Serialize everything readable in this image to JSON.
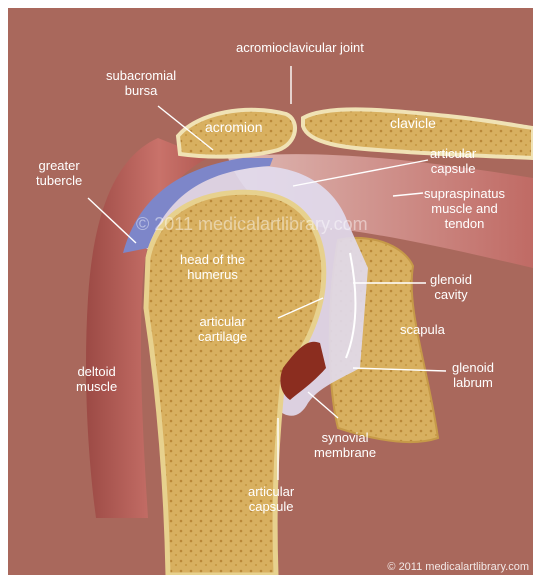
{
  "labels": {
    "acromioclavicular_joint": "acromioclavicular joint",
    "subacromial_bursa_1": "subacromial",
    "subacromial_bursa_2": "bursa",
    "acromion": "acromion",
    "clavicle": "clavicle",
    "greater_tubercle_1": "greater",
    "greater_tubercle_2": "tubercle",
    "articular_capsule_top_1": "articular",
    "articular_capsule_top_2": "capsule",
    "supraspinatus_1": "supraspinatus",
    "supraspinatus_2": "muscle and",
    "supraspinatus_3": "tendon",
    "head_humerus_1": "head of the",
    "head_humerus_2": "humerus",
    "glenoid_cavity_1": "glenoid",
    "glenoid_cavity_2": "cavity",
    "articular_cartilage_1": "articular",
    "articular_cartilage_2": "cartilage",
    "scapula": "scapula",
    "deltoid_1": "deltoid",
    "deltoid_2": "muscle",
    "glenoid_labrum_1": "glenoid",
    "glenoid_labrum_2": "labrum",
    "synovial_1": "synovial",
    "synovial_2": "membrane",
    "articular_capsule_bottom_1": "articular",
    "articular_capsule_bottom_2": "capsule"
  },
  "watermarks": {
    "center": "© 2011 medicalartlibrary.com",
    "corner": "© 2011 medicalartlibrary.com"
  },
  "colors": {
    "background": "#a9685c",
    "bone": "#d9b263",
    "bone_dark": "#b9893d",
    "muscle": "#b55a52",
    "bursa": "#7d86c9",
    "capsule": "#d9d3ea"
  }
}
